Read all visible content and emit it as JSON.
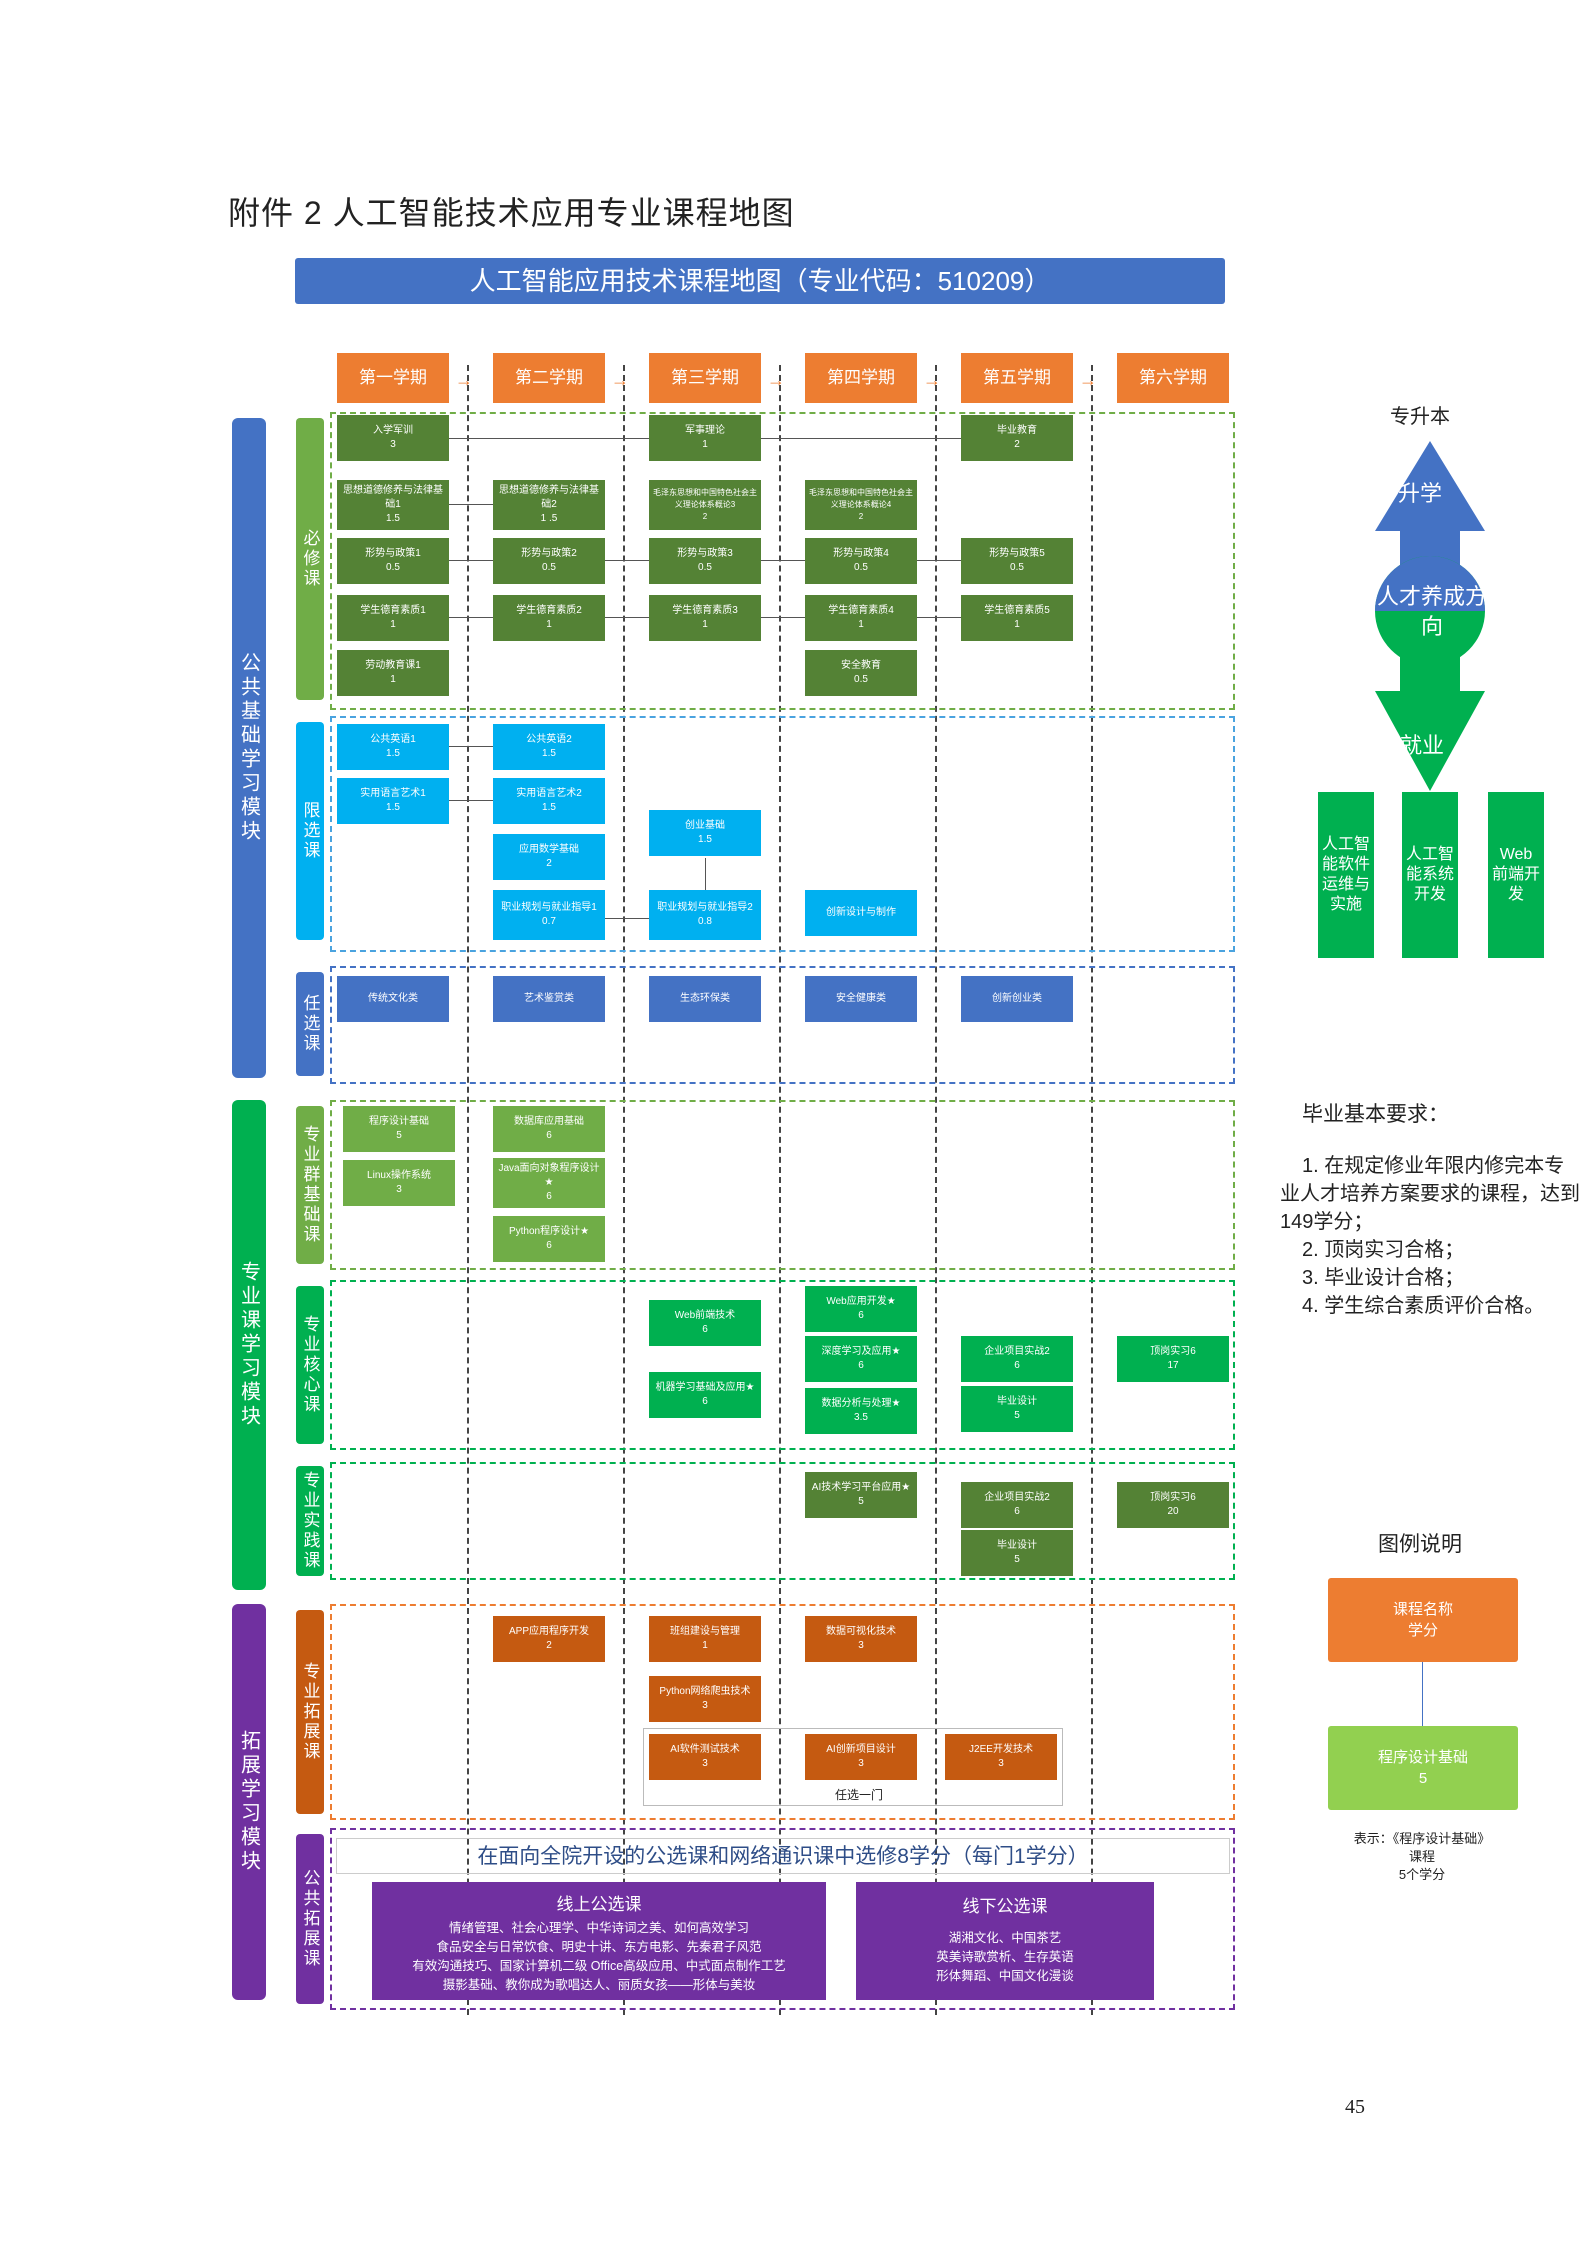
{
  "page_title": "附件 2    人工智能技术应用专业课程地图",
  "banner": "人工智能应用技术课程地图（专业代码：510209）",
  "semesters": [
    "第一学期",
    "第二学期",
    "第三学期",
    "第四学期",
    "第五学期",
    "第六学期"
  ],
  "modules": {
    "public": "公共基础学习模块",
    "major": "专业课学习模块",
    "expand": "拓展学习模块"
  },
  "categories": {
    "required": "必修课",
    "limited": "限选课",
    "elective": "任选课",
    "group_base": "专业群基础课",
    "core": "专业核心课",
    "practice": "专业实践课",
    "major_expand": "专业拓展课",
    "public_expand": "公共拓展课"
  },
  "courses": {
    "c_rx": {
      "name": "入学军训",
      "credit": "3"
    },
    "c_jsll": {
      "name": "军事理论",
      "credit": "1"
    },
    "c_byjy": {
      "name": "毕业教育",
      "credit": "2"
    },
    "c_sx1": {
      "name": "思想道德修养与法律基础1",
      "credit": "1.5"
    },
    "c_sx2": {
      "name": "思想道德修养与法律基础2",
      "credit": "1 .5"
    },
    "c_mz3": {
      "name": "毛泽东思想和中国特色社会主义理论体系概论3",
      "credit": "2"
    },
    "c_mz4": {
      "name": "毛泽东思想和中国特色社会主义理论体系概论4",
      "credit": "2"
    },
    "c_xs1": {
      "name": "形势与政策1",
      "credit": "0.5"
    },
    "c_xs2": {
      "name": "形势与政策2",
      "credit": "0.5"
    },
    "c_xs3": {
      "name": "形势与政策3",
      "credit": "0.5"
    },
    "c_xs4": {
      "name": "形势与政策4",
      "credit": "0.5"
    },
    "c_xs5": {
      "name": "形势与政策5",
      "credit": "0.5"
    },
    "c_dy1": {
      "name": "学生德育素质1",
      "credit": "1"
    },
    "c_dy2": {
      "name": "学生德育素质2",
      "credit": "1"
    },
    "c_dy3": {
      "name": "学生德育素质3",
      "credit": "1"
    },
    "c_dy4": {
      "name": "学生德育素质4",
      "credit": "1"
    },
    "c_dy5": {
      "name": "学生德育素质5",
      "credit": "1"
    },
    "c_ld1": {
      "name": "劳动教育课1",
      "credit": "1"
    },
    "c_aqjy": {
      "name": "安全教育",
      "credit": "0.5"
    },
    "c_yy1": {
      "name": "公共英语1",
      "credit": "1.5"
    },
    "c_yy2": {
      "name": "公共英语2",
      "credit": "1.5"
    },
    "c_sy1": {
      "name": "实用语言艺术1",
      "credit": "1.5"
    },
    "c_sy2": {
      "name": "实用语言艺术2",
      "credit": "1.5"
    },
    "c_sxjc": {
      "name": "应用数学基础",
      "credit": "2"
    },
    "c_cyjc": {
      "name": "创业基础",
      "credit": "1.5"
    },
    "c_zy1": {
      "name": "职业规划与就业指导1",
      "credit": "0.7"
    },
    "c_zy2": {
      "name": "职业规划与就业指导2",
      "credit": "0.8"
    },
    "c_cxsj": {
      "name": "创新设计与制作",
      "credit": ""
    },
    "c_ctwh": {
      "name": "传统文化类",
      "credit": ""
    },
    "c_yssm": {
      "name": "艺术鉴赏类",
      "credit": ""
    },
    "c_sthb": {
      "name": "生态环保类",
      "credit": ""
    },
    "c_aqjk": {
      "name": "安全健康类",
      "credit": ""
    },
    "c_cxcy": {
      "name": "创新创业类",
      "credit": ""
    },
    "c_cxsjjc": {
      "name": "程序设计基础",
      "credit": "5"
    },
    "c_linux": {
      "name": "Linux操作系统",
      "credit": "3"
    },
    "c_sjk": {
      "name": "数据库应用基础",
      "credit": "6"
    },
    "c_java": {
      "name": "Java面向对象程序设计★",
      "credit": "6"
    },
    "c_python": {
      "name": "Python程序设计★",
      "credit": "6"
    },
    "c_webqd": {
      "name": "Web前端技术",
      "credit": "6"
    },
    "c_jqxx": {
      "name": "机器学习基础及应用★",
      "credit": "6"
    },
    "c_webkf": {
      "name": "Web应用开发★",
      "credit": "6"
    },
    "c_sdxx": {
      "name": "深度学习及应用★",
      "credit": "6"
    },
    "c_sjfx": {
      "name": "数据分析与处理★",
      "credit": "3.5"
    },
    "c_qysz2": {
      "name": "企业项目实战2",
      "credit": "6"
    },
    "c_bysj": {
      "name": "毕业设计",
      "credit": "5"
    },
    "c_dgsx": {
      "name": "顶岗实习6",
      "credit": "17"
    },
    "c_aipt": {
      "name": "AI技术学习平台应用★",
      "credit": "5"
    },
    "c_qysz2b": {
      "name": "企业项目实战2",
      "credit": "6"
    },
    "c_bysjb": {
      "name": "毕业设计",
      "credit": "5"
    },
    "c_dgsxb": {
      "name": "顶岗实习6",
      "credit": "20"
    },
    "c_app": {
      "name": "APP应用程序开发",
      "credit": "2"
    },
    "c_bzjs": {
      "name": "班组建设与管理",
      "credit": "1"
    },
    "c_sjks": {
      "name": "数据可视化技术",
      "credit": "3"
    },
    "c_pypc": {
      "name": "Python网络爬虫技术",
      "credit": "3"
    },
    "c_aics": {
      "name": "AI软件测试技术",
      "credit": "3"
    },
    "c_aicx": {
      "name": "AI创新项目设计",
      "credit": "3"
    },
    "c_j2ee": {
      "name": "J2EE开发技术",
      "credit": "3"
    }
  },
  "choose_one": "任选一门",
  "public_expand": {
    "headline": "在面向全院开设的公选课和网络通识课中选修8学分（每门1学分）",
    "online_title": "线上公选课",
    "online_lines": [
      "情绪管理、社会心理学、中华诗词之美、如何高效学习",
      "食品安全与日常饮食、明史十讲、东方电影、先秦君子风范",
      "有效沟通技巧、国家计算机二级 Office高级应用、中式面点制作工艺",
      "摄影基础、教你成为歌唱达人、丽质女孩——形体与美妆"
    ],
    "offline_title": "线下公选课",
    "offline_lines": [
      "湖湘文化、中国茶艺",
      "英美诗歌赏析、生存英语",
      "形体舞蹈、中国文化漫谈"
    ]
  },
  "direction": {
    "upgrade": "专升本",
    "further": "升学",
    "center": "人才养成方向",
    "employ": "就业",
    "careers": [
      "人工智能软件运维与实施",
      "人工智能系统开发",
      "Web前端开发"
    ]
  },
  "graduation": {
    "title": "毕业基本要求：",
    "items": [
      "1. 在规定修业年限内修完本专业人才培养方案要求的课程，达到149学分；",
      "2. 顶岗实习合格；",
      "3. 毕业设计合格；",
      "4. 学生综合素质评价合格。"
    ]
  },
  "legend": {
    "title": "图例说明",
    "box1_line1": "课程名称",
    "box1_line2": "学分",
    "box2_line1": "程序设计基础",
    "box2_line2": "5",
    "note_line1": "表示：《程序设计基础》",
    "note_line2": "课程",
    "note_line3": "5个学分"
  },
  "page_number": "45",
  "colors": {
    "orange": "#ed7d31",
    "blue": "#4472c4",
    "green": "#00b050",
    "dark_green": "#548235",
    "cyan": "#00b0f0",
    "purple": "#7030a0",
    "rust": "#c55a11"
  }
}
